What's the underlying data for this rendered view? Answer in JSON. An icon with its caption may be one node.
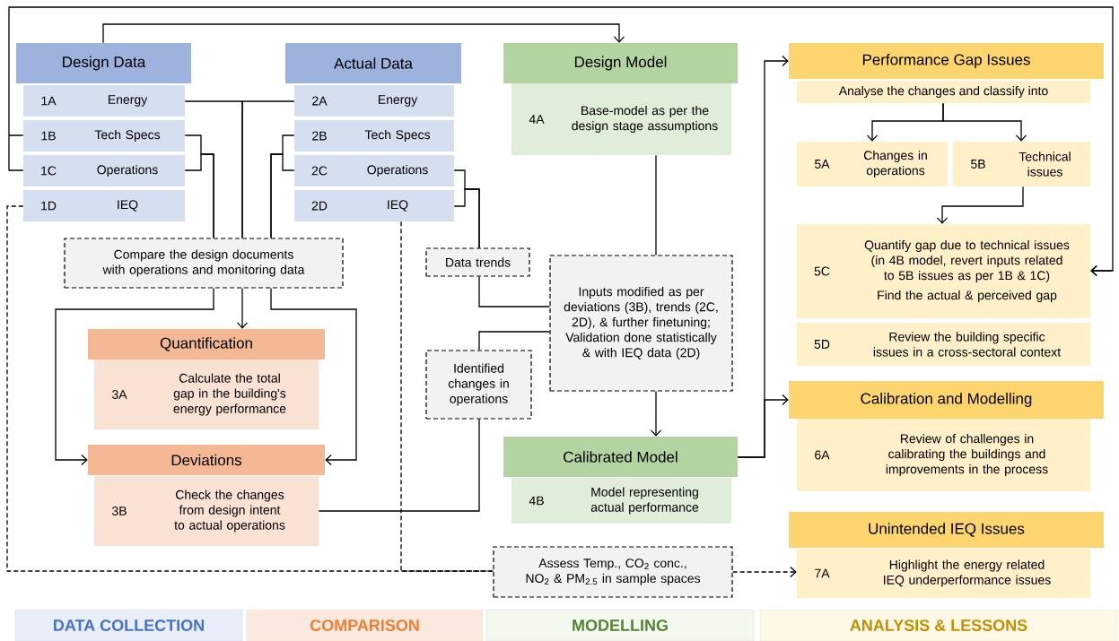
{
  "diagram": {
    "nodes": [
      {
        "text": [
          "Design Data"
        ]
      },
      {
        "text": [
          "1A",
          "Energy"
        ]
      },
      {
        "text": [
          "1B",
          "Tech Specs"
        ]
      },
      {
        "text": [
          "1C",
          "Operations"
        ]
      },
      {
        "text": [
          "1D",
          "IEQ"
        ]
      },
      {
        "text": [
          "Actual Data"
        ]
      },
      {
        "text": [
          "2A",
          "Energy"
        ]
      },
      {
        "text": [
          "2B",
          "Tech Specs"
        ]
      },
      {
        "text": [
          "2C",
          "Operations"
        ]
      },
      {
        "text": [
          "2D",
          "IEQ"
        ]
      },
      {
        "text": [
          "Design Model"
        ]
      },
      {
        "text": [
          "4A",
          "Base-model as per the design stage assumptions"
        ]
      },
      {
        "text": [
          "Performance Gap Issues"
        ]
      },
      {
        "text": [
          "Analyse the changes and classify into"
        ]
      },
      {
        "text": [
          "5A",
          "Changes in operations"
        ]
      },
      {
        "text": [
          "5B",
          "Technical issues"
        ]
      },
      {
        "text": [
          "5C",
          "Quantify gap due to technical issues (in 4B model, revert inputs related to 5B issues as per 1B & 1C)",
          "Find the actual & perceived gap"
        ]
      },
      {
        "text": [
          "5D",
          "Review the building specific issues in a cross-sectoral context"
        ]
      },
      {
        "text": [
          "Compare the design documents with operations and monitoring data"
        ]
      },
      {
        "text": [
          "Data trends"
        ]
      },
      {
        "text": [
          "Inputs modified as per deviations (3B), trends (2C, 2D), & further finetuning; Validation done statistically & with IEQ data (2D)"
        ]
      },
      {
        "text": [
          "Quantification"
        ]
      },
      {
        "text": [
          "3A",
          "Calculate the total gap in the building's energy performance"
        ]
      },
      {
        "text": [
          "Deviations"
        ]
      },
      {
        "text": [
          "3B",
          "Check the changes from design intent to actual operations"
        ]
      },
      {
        "text": [
          "Identified changes in operations"
        ]
      },
      {
        "text": [
          "Calibration and Modelling"
        ]
      },
      {
        "text": [
          "6A",
          "Review of challenges in calibrating the buildings and improvements in the process"
        ]
      },
      {
        "text": [
          "Calibrated Model"
        ]
      },
      {
        "text": [
          "4B",
          "Model representing actual performance"
        ]
      },
      {
        "text": [
          "Unintended IEQ Issues"
        ]
      },
      {
        "text": [
          "7A",
          "Highlight the energy related IEQ underperformance issues"
        ]
      },
      {
        "text": [
          "Assess Temp., CO$_{2}$ conc., NO$_{2}$ & PM$_{2.5}$ in sample spaces"
        ]
      },
      {
        "text": [
          "DATA COLLECTION"
        ]
      },
      {
        "text": [
          "COMPARISON"
        ]
      },
      {
        "text": [
          "MODELLING"
        ]
      },
      {
        "text": [
          "ANALYSIS & LESSONS"
        ]
      }
    ],
    "edges": [
      {
        "from": 0,
        "to": 10,
        "arrow": "to"
      },
      {
        "from": 2,
        "to": 16,
        "arrow": "to"
      },
      {
        "from": 3,
        "to": 16,
        "arrow": "to"
      },
      {
        "from": 1,
        "to": 18,
        "arrow": "none"
      },
      {
        "from": 6,
        "to": 18,
        "arrow": "none"
      },
      {
        "from": 2,
        "to": 18,
        "arrow": "none"
      },
      {
        "from": 3,
        "to": 18,
        "arrow": "none"
      },
      {
        "from": 7,
        "to": 18,
        "arrow": "none"
      },
      {
        "from": 8,
        "to": 18,
        "arrow": "none"
      },
      {
        "from": 18,
        "to": 21,
        "arrow": "to"
      },
      {
        "from": 18,
        "to": 23,
        "arrow": "to"
      },
      {
        "from": 18,
        "to": 23,
        "arrow": "to"
      },
      {
        "from": 8,
        "to": 19,
        "arrow": "none"
      },
      {
        "from": 9,
        "to": 19,
        "arrow": "none"
      },
      {
        "from": 19,
        "to": 20,
        "arrow": "none"
      },
      {
        "from": 11,
        "to": 20,
        "arrow": "none"
      },
      {
        "from": 25,
        "to": 20,
        "arrow": "none"
      },
      {
        "from": 24,
        "to": 25,
        "arrow": "none"
      },
      {
        "from": 20,
        "to": 28,
        "arrow": "to"
      },
      {
        "from": 28,
        "to": 12,
        "arrow": "to"
      },
      {
        "from": 28,
        "to": 26,
        "arrow": "to"
      },
      {
        "from": 13,
        "to": 14,
        "arrow": "to"
      },
      {
        "from": 13,
        "to": 15,
        "arrow": "to"
      },
      {
        "from": 15,
        "to": 16,
        "arrow": "to"
      },
      {
        "from": 4,
        "to": 32,
        "arrow": "none",
        "style": "dashed"
      },
      {
        "from": 9,
        "to": 32,
        "arrow": "none",
        "style": "dashed"
      },
      {
        "from": 32,
        "to": 31,
        "arrow": "to",
        "style": "dashed"
      }
    ]
  }
}
